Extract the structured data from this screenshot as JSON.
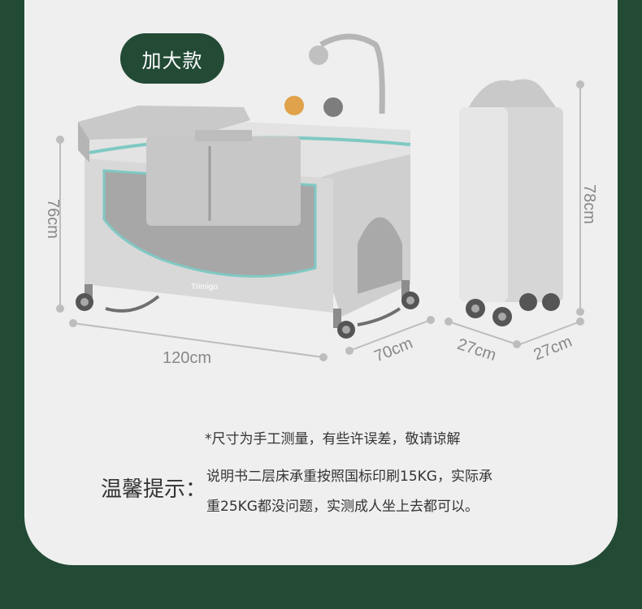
{
  "badge": {
    "label": "加大款"
  },
  "dimensions": {
    "height_bed": "76cm",
    "height_folded": "78cm",
    "length": "120cm",
    "width": "70cm",
    "folded_depth": "27cm",
    "folded_width": "27cm"
  },
  "product": {
    "brand": "Trimigo"
  },
  "note": {
    "text": "*尺寸为手工测量，有些许误差，敬请谅解"
  },
  "tip": {
    "title": "温馨提示：",
    "line1": "说明书二层床承重按照国标印刷15KG，实际承",
    "line2": "重25KG都没问题，实测成人坐上去都可以。"
  },
  "colors": {
    "background": "#224a35",
    "card": "#efefef",
    "accent": "#7fc9c4"
  }
}
